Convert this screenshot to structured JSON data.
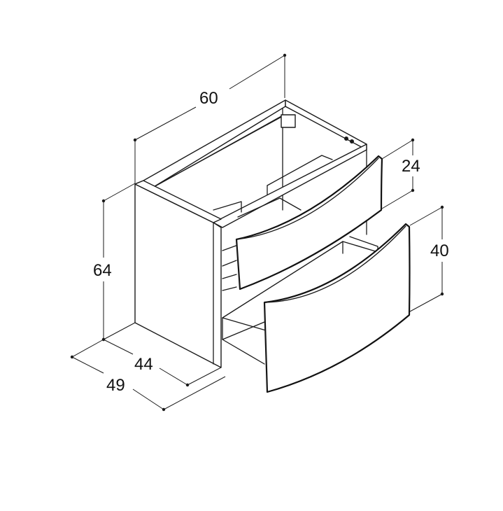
{
  "dimensions": {
    "width": "60",
    "height": "64",
    "depth_inner": "44",
    "depth_outer": "49",
    "drawer_top_height": "24",
    "drawer_bottom_height": "40"
  },
  "colors": {
    "line": "#1a1a1a",
    "background": "#ffffff"
  }
}
